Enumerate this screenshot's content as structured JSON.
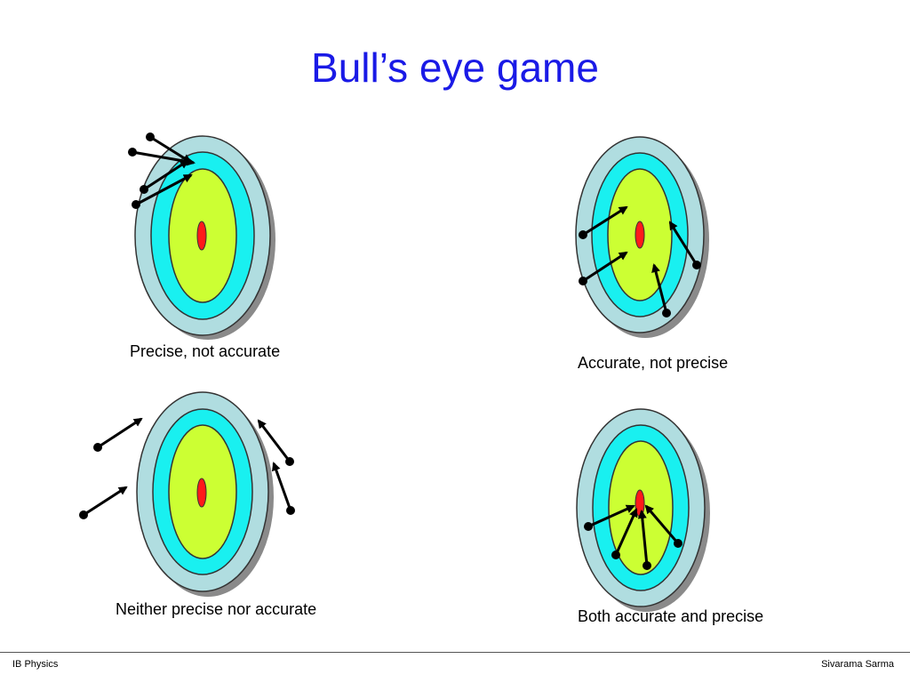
{
  "title": "Bull’s eye game",
  "targets": [
    {
      "caption": "Precise, not accurate"
    },
    {
      "caption": "Accurate, not precise"
    },
    {
      "caption": "Neither precise nor accurate"
    },
    {
      "caption": "Both accurate and precise"
    }
  ],
  "footer": {
    "left": "IB Physics",
    "right": "Sivarama Sarma"
  },
  "colors": {
    "title": "#1a1ae6",
    "outer_ring": "#b0dde0",
    "middle_ring": "#19f0f0",
    "inner_ring": "#ccff33",
    "bullseye": "#ff1a1a",
    "ring_stroke": "#333333",
    "shadow": "#8a8a8a",
    "arrow": "#000000"
  }
}
